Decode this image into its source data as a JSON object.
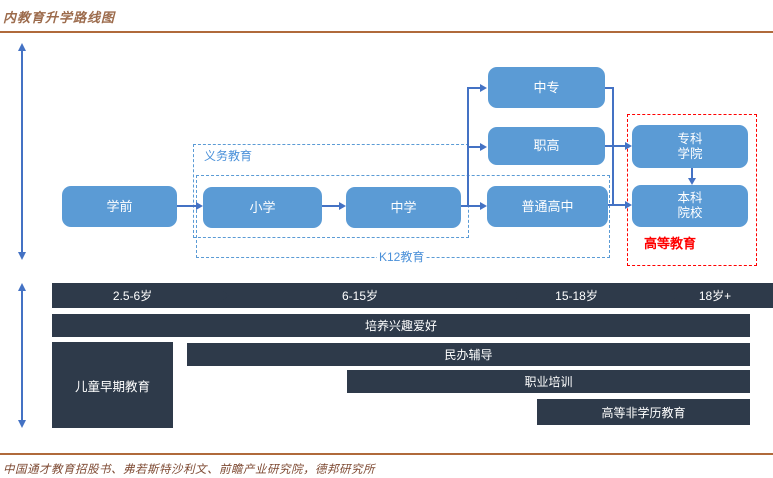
{
  "title": "内教育升学路线图",
  "source": "中国通才教育招股书、弗若斯特沙利文、前瞻产业研究院，德邦研究所",
  "colors": {
    "node_blue": "#5b9bd5",
    "connector_blue": "#4472c4",
    "dark_bar": "#2e3a4a",
    "red_accent": "#ff0000",
    "title_brown": "#9c6b4c",
    "rule_brown": "#b06a3b"
  },
  "flowchart": {
    "nodes": {
      "preschool": "学前",
      "primary": "小学",
      "middle": "中学",
      "regular_high": "普通高中",
      "secondary_vocational": "中专",
      "vocational_high": "职高",
      "junior_college": "专科\n学院",
      "university": "本科\n院校"
    },
    "groups": {
      "compulsory": "义务教育",
      "k12": "K12教育",
      "higher": "高等教育"
    }
  },
  "timeline": {
    "segments": [
      {
        "label": "2.5-6岁"
      },
      {
        "label": "6-15岁"
      },
      {
        "label": "15-18岁"
      },
      {
        "label": "18岁+"
      }
    ]
  },
  "tracks": [
    {
      "label": "培养兴趣爱好"
    },
    {
      "label": "民办辅导"
    },
    {
      "label": "职业培训"
    },
    {
      "label": "高等非学历教育"
    }
  ],
  "early_education": "儿童早期教育"
}
